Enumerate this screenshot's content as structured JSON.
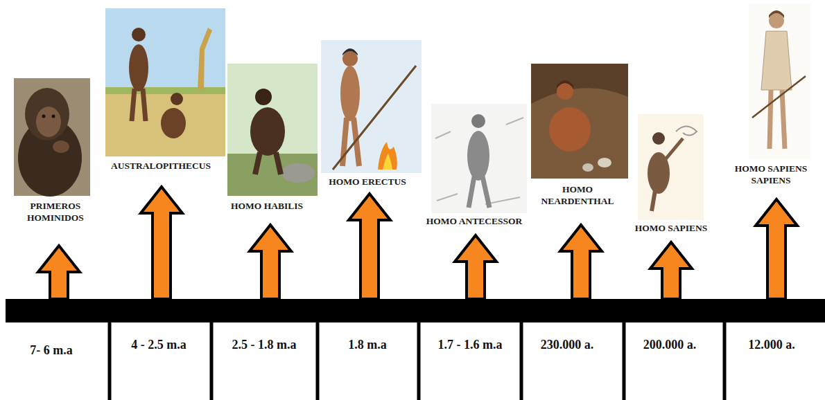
{
  "diagram": {
    "labels": [
      "PRIMEROS HOMINIDOS",
      "AUSTRALOPITHECUS",
      "HOMO HABILIS",
      "HOMO ERECTUS",
      "HOMO ANTECESSOR",
      "HOMO NEARDENTHAL",
      "HOMO SAPIENS",
      "HOMO SAPIENS SAPIENS",
      "7- 6 m.a",
      "4 - 2.5 m.a",
      "2.5 - 1.8 m.a",
      "1.8 m.a",
      "1.7 - 1.6 m.a",
      "230.000 a.",
      "200.000 a.",
      "12.000 a."
    ]
  }
}
